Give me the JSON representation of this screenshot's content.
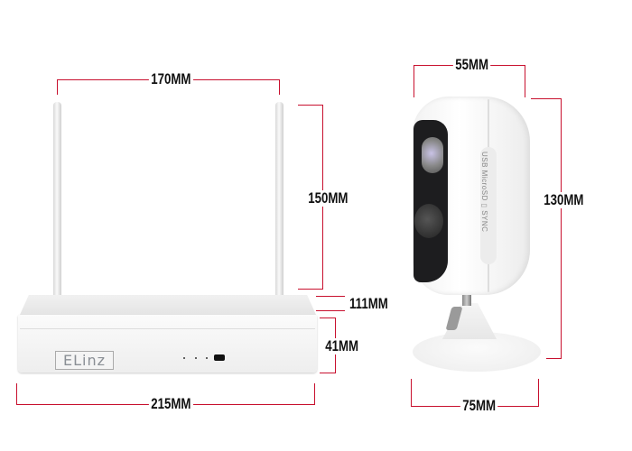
{
  "nvr": {
    "brand_logo": "ELinz",
    "dimensions": {
      "antenna_spacing": "170MM",
      "antenna_height": "150MM",
      "total_height": "111MM",
      "body_height": "41MM",
      "width": "215MM"
    }
  },
  "camera": {
    "side_labels": "USB  MicroSD ▯  SYNC",
    "dimensions": {
      "depth": "55MM",
      "height": "130MM",
      "base_width": "75MM"
    }
  },
  "colors": {
    "dimension_line": "#c8102e"
  }
}
